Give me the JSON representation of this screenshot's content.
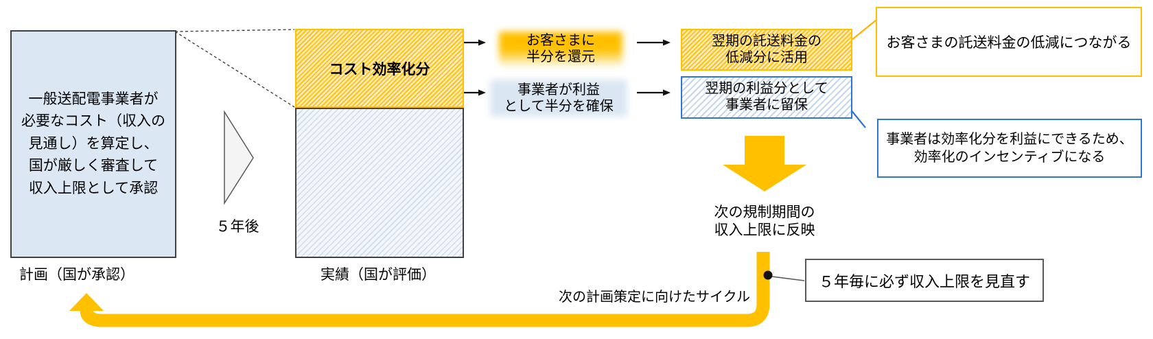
{
  "colors": {
    "accent_yellow": "#FFC000",
    "accent_blue": "#2E75D9",
    "plan_fill": "#DCE7F4",
    "border_dark": "#404040"
  },
  "plan": {
    "box_text": "一般送配電事業者が\n必要なコスト（収入の\n見通し）を算定し、\n国が厳しく審査して\n収入上限として承認",
    "label": "計画（国が承認）"
  },
  "transition": {
    "label": "５年後"
  },
  "actual": {
    "efficiency_box": "コスト効率化分",
    "label": "実績（国が評価）"
  },
  "split": {
    "customer_share": "お客さまに\n半分を還元",
    "operator_share": "事業者が利益\nとして半分を確保"
  },
  "next_period": {
    "customer_use": "翌期の託送料金の\n低減分に活用",
    "operator_retain": "翌期の利益分として\n事業者に留保"
  },
  "callouts": {
    "customer_benefit": "お客さまの託送料金の低減につながる",
    "operator_incentive": "事業者は効率化分を利益にできるため、\n効率化のインセンティブになる"
  },
  "cycle": {
    "reflect": "次の規制期間の\n収入上限に反映",
    "cycle_label": "次の計画策定に向けたサイクル",
    "review_box": "５年毎に必ず収入上限を見直す"
  },
  "icons": {
    "five_year_triangle": "triangle-right",
    "flow_arrow": "arrow-right",
    "reflect_arrow": "block-arrow-down",
    "cycle_arrow": "elbow-arrow-left-up"
  }
}
